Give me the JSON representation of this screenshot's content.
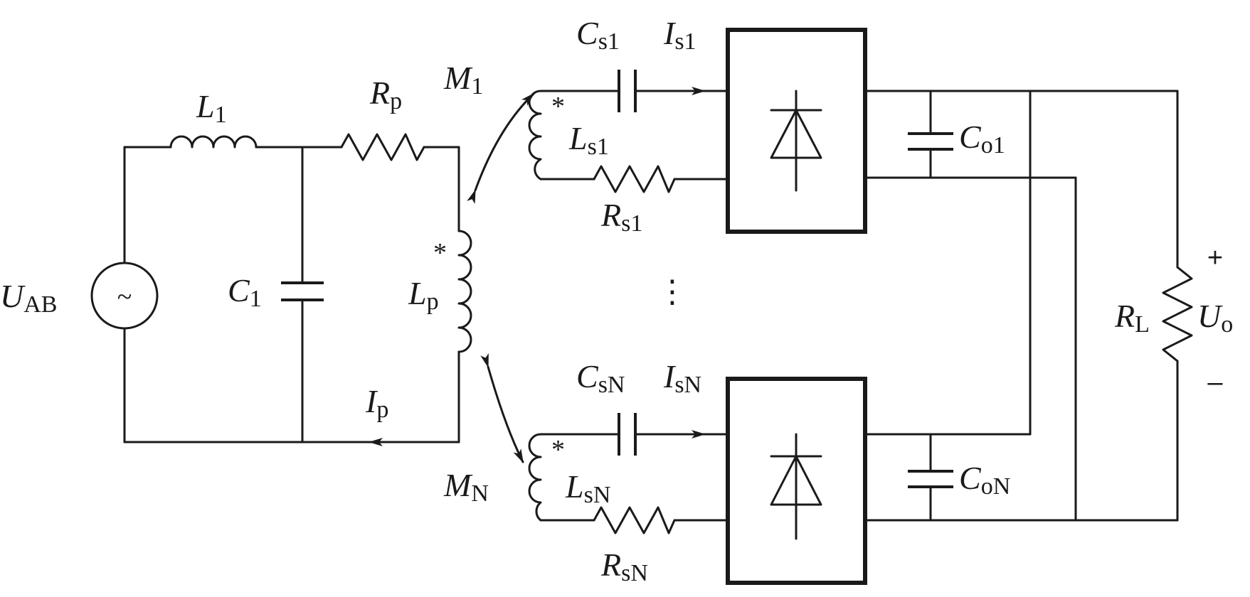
{
  "labels": {
    "uab": {
      "main": "U",
      "sub": "AB"
    },
    "l1": {
      "main": "L",
      "sub": "1"
    },
    "c1": {
      "main": "C",
      "sub": "1"
    },
    "rp": {
      "main": "R",
      "sub": "p"
    },
    "lp": {
      "main": "L",
      "sub": "p"
    },
    "ip": {
      "main": "I",
      "sub": "p"
    },
    "m1": {
      "main": "M",
      "sub": "1"
    },
    "mn": {
      "main": "M",
      "sub": "N"
    },
    "cs1": {
      "main": "C",
      "sub": "s1"
    },
    "is1": {
      "main": "I",
      "sub": "s1"
    },
    "ls1": {
      "main": "L",
      "sub": "s1"
    },
    "rs1": {
      "main": "R",
      "sub": "s1"
    },
    "co1": {
      "main": "C",
      "sub": "o1"
    },
    "csn": {
      "main": "C",
      "sub": "sN"
    },
    "isn": {
      "main": "I",
      "sub": "sN"
    },
    "lsn": {
      "main": "L",
      "sub": "sN"
    },
    "rsn": {
      "main": "R",
      "sub": "sN"
    },
    "con": {
      "main": "C",
      "sub": "oN"
    },
    "rl": {
      "main": "R",
      "sub": "L"
    },
    "uo": {
      "main": "U",
      "sub": "o"
    }
  },
  "symbols": {
    "source": "~",
    "dot_mark": "*",
    "plus": "+",
    "minus": "–",
    "ellipsis": "⋮"
  }
}
